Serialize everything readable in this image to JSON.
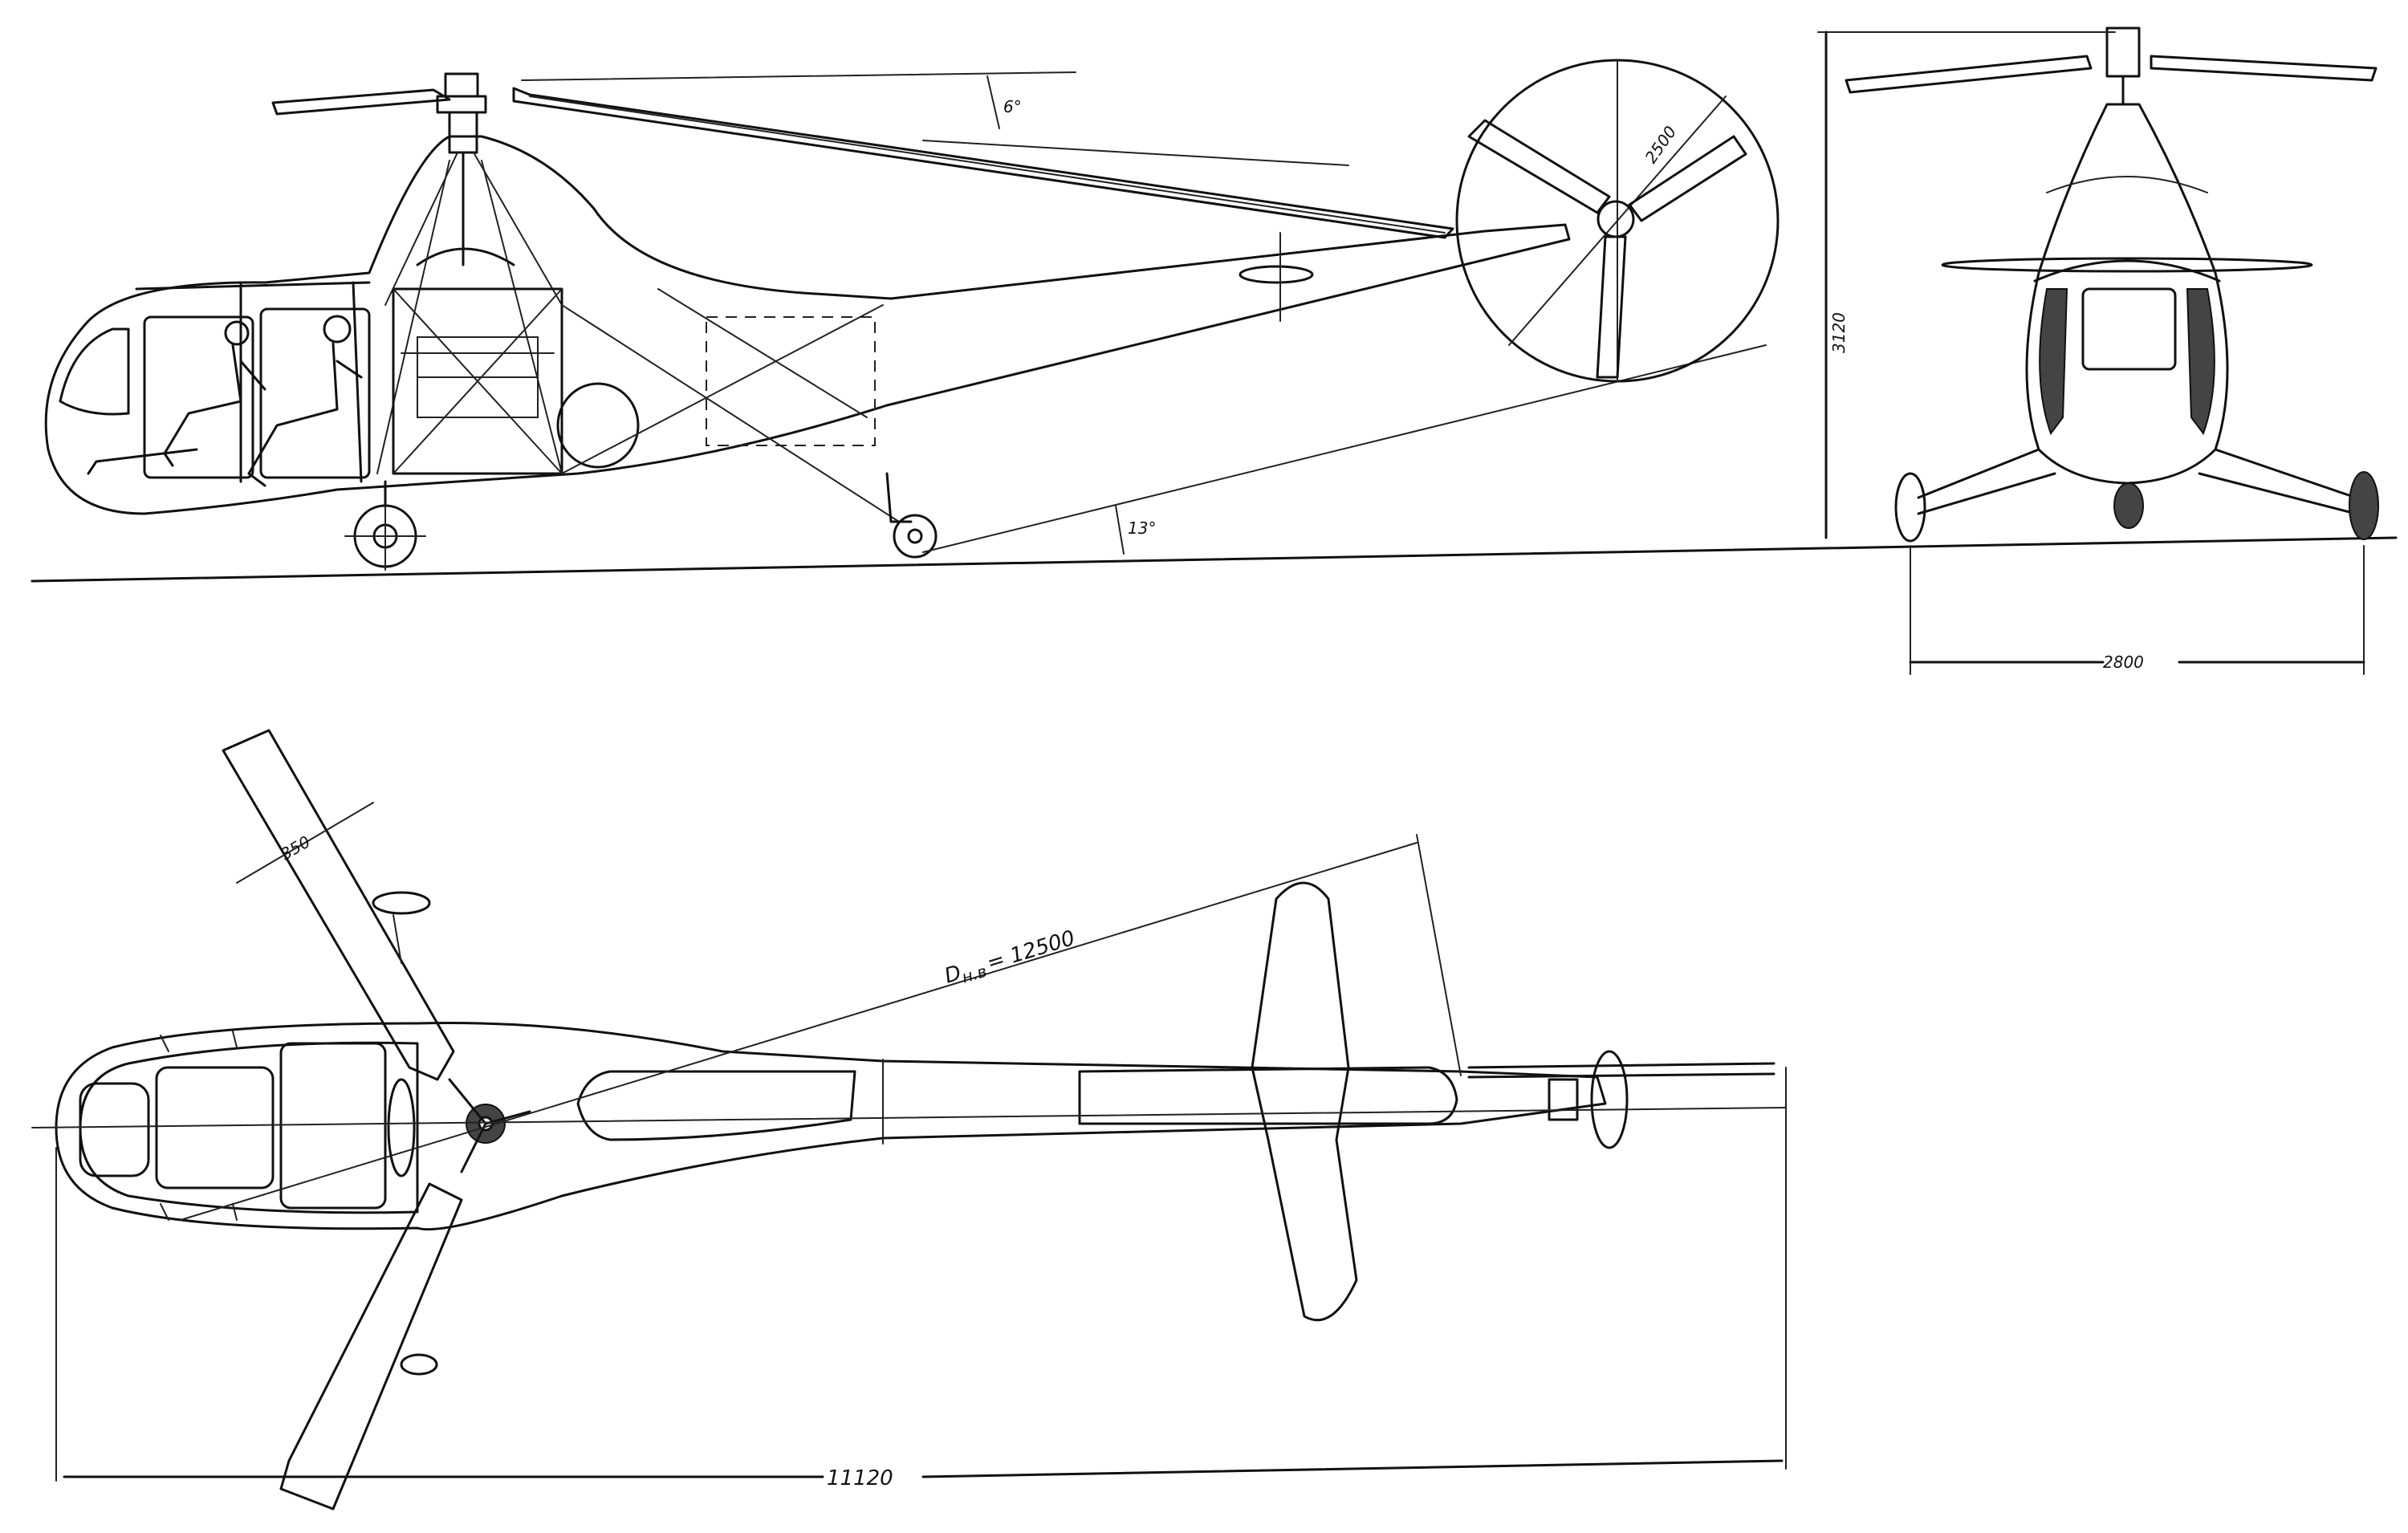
{
  "side_view": {
    "rotor_angle": "6°",
    "ground_angle": "13°",
    "tail_rotor_diameter": "2500"
  },
  "front_view": {
    "height": "3120",
    "track_width": "2800"
  },
  "top_view": {
    "blade_chord": "350",
    "rotor_diameter_label": "D",
    "rotor_diameter_subscript": "н.в",
    "rotor_diameter_value": "= 12500",
    "overall_length": "11120"
  }
}
